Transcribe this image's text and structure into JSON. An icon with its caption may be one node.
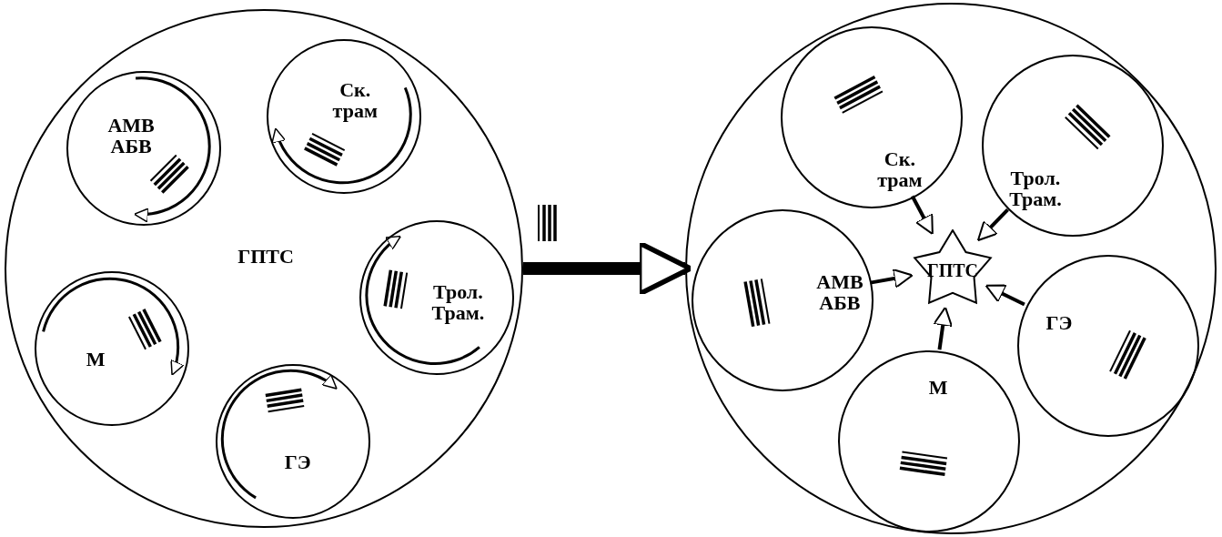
{
  "diagram": {
    "nodes": [
      {
        "text": [
          "ГПТС"
        ]
      },
      {
        "text": [
          "АМВ АБВ"
        ],
        "in": 0
      },
      {
        "text": [
          "Ск. трам"
        ],
        "in": 0
      },
      {
        "text": [
          "Трол. Трам."
        ],
        "in": 0
      },
      {
        "text": [
          "ГЭ"
        ],
        "in": 0
      },
      {
        "text": [
          "М"
        ],
        "in": 0
      },
      {
        "text": [],
        "shape": "circle"
      },
      {
        "text": [
          "ГПТС"
        ],
        "in": 6
      },
      {
        "text": [
          "АМВ АБВ"
        ],
        "in": 6
      },
      {
        "text": [
          "Ск. трам"
        ],
        "in": 6
      },
      {
        "text": [
          "Трол. Трам."
        ],
        "in": 6
      },
      {
        "text": [
          "ГЭ"
        ],
        "in": 6
      },
      {
        "text": [
          "М"
        ],
        "in": 6
      }
    ],
    "edges": [
      {
        "from": 0,
        "to": 6,
        "arrow": "to",
        "style": "thick"
      },
      {
        "from": 8,
        "to": 7,
        "arrow": "to"
      },
      {
        "from": 9,
        "to": 7,
        "arrow": "to"
      },
      {
        "from": 10,
        "to": 7,
        "arrow": "to"
      },
      {
        "from": 11,
        "to": 7,
        "arrow": "to"
      },
      {
        "from": 12,
        "to": 7,
        "arrow": "to"
      }
    ]
  }
}
